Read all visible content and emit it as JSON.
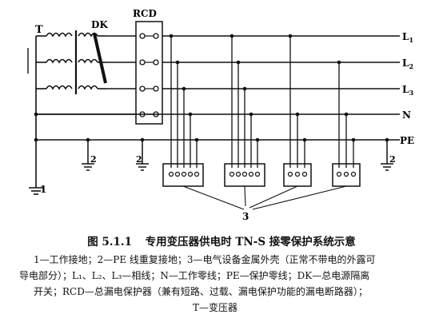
{
  "labels": {
    "transformer": "T",
    "disconnector": "DK",
    "rcd": "RCD",
    "line1": "L1",
    "line2": "L2",
    "line3": "L3",
    "neutral": "N",
    "protective_earth": "PE",
    "working_ground": "1",
    "repeat_ground": "2",
    "enclosure": "3"
  },
  "caption": {
    "number": "图 5.1.1",
    "title": "专用变压器供电时 TN-S 接零保护系统示意"
  },
  "legend_lines": [
    "1—工作接地；2—PE 线重复接地；3—电气设备金属外壳（正常不带电的外露可",
    "导电部分）；L₁、L₂、L₃—相线；N—工作零线；PE—保护零线；DK—总电源隔离",
    "开关；RCD—总漏电保护器（兼有短路、过载、漏电保护功能的漏电断路器）；",
    "T—变压器"
  ]
}
